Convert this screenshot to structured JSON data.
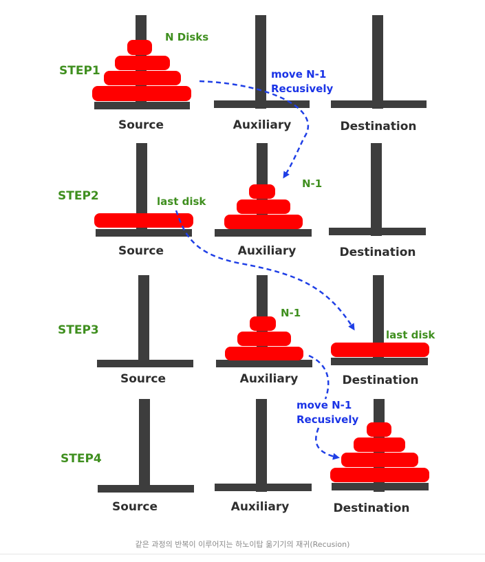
{
  "peg_labels": {
    "source": "Source",
    "auxiliary": "Auxiliary",
    "destination": "Destination"
  },
  "steps": {
    "step1": "STEP1",
    "step2": "STEP2",
    "step3": "STEP3",
    "step4": "STEP4"
  },
  "annotations": {
    "n_disks": "N Disks",
    "move_1_line1": "move N-1",
    "move_1_line2": "Recusively",
    "n_minus_1_a": "N-1",
    "last_disk_a": "last disk",
    "n_minus_1_b": "N-1",
    "last_disk_b": "last disk",
    "move_2_line1": "move N-1",
    "move_2_line2": "Recusively"
  },
  "caption": "같은 과정의 반복이 이루어지는 하노이탑 옮기기의 재귀(Recusion)",
  "colors": {
    "peg": "#3d3d3d",
    "disk": "#ff0000",
    "step_label": "#3f8f1f",
    "note_green": "#3f8f1f",
    "note_blue": "#1a33e6",
    "arrow": "#1f3fe6"
  }
}
